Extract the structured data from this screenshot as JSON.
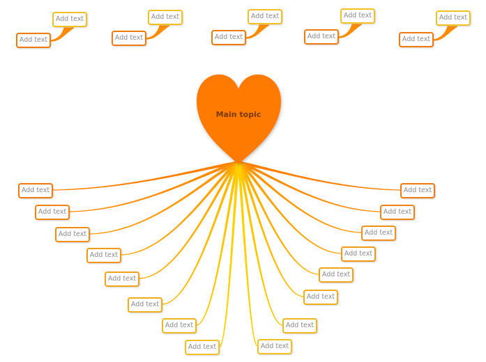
{
  "colors": {
    "heart": "#ff7a00",
    "branch_outer": "#ff8000",
    "branch_inner": "#ffd000",
    "node_border_outer": "#f07a10",
    "node_border_inner": "#f2c020",
    "node_text": "#8a8a8a",
    "main_text": "#7a3a00"
  },
  "icons": {
    "main_shape": "heart-shape"
  },
  "main_topic": {
    "label": "Main topic"
  },
  "callouts": [
    {
      "top": "Add text",
      "bottom": "Add text"
    },
    {
      "top": "Add text",
      "bottom": "Add text"
    },
    {
      "top": "Add text",
      "bottom": "Add text"
    },
    {
      "top": "Add text",
      "bottom": "Add text"
    },
    {
      "top": "Add text",
      "bottom": "Add text"
    }
  ],
  "left_branches": [
    "Add text",
    "Add text",
    "Add text",
    "Add text",
    "Add text",
    "Add text",
    "Add text",
    "Add text"
  ],
  "right_branches": [
    "Add text",
    "Add text",
    "Add text",
    "Add text",
    "Add text",
    "Add text",
    "Add text",
    "Add text"
  ]
}
